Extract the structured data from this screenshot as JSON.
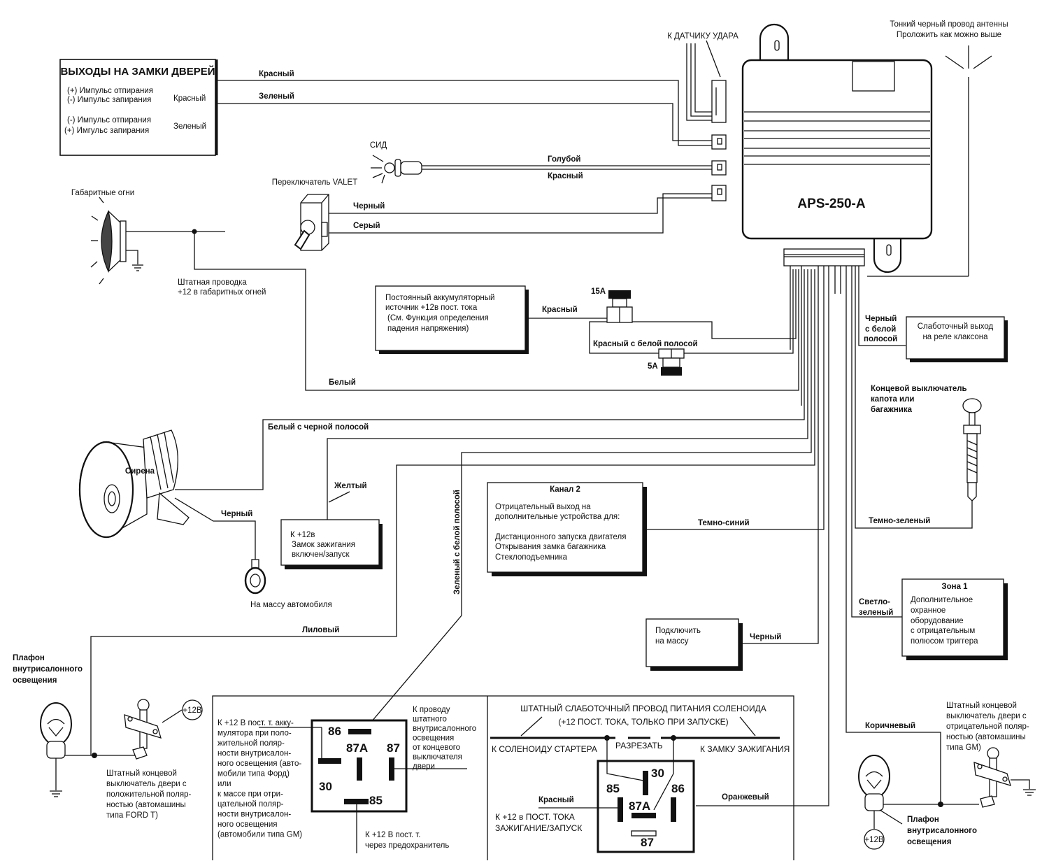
{
  "door_locks": {
    "title": "ВЫХОДЫ НА ЗАМКИ ДВЕРЕЙ",
    "row1_line1": "(+) Импульс отпирания",
    "row1_line2": "(-) Импульс  запирания",
    "row1_color": "Красный",
    "row2_line1": "(-)  Импульс отпирания",
    "row2_line2": "(+) Имгульс  запирания",
    "row2_color": "Зеленый",
    "wire1": "Красный",
    "wire2": "Зеленый"
  },
  "shock_sensor": {
    "label": "К ДАТЧИКУ УДАРА"
  },
  "antenna": {
    "line1": "Тонкий черный провод антенны",
    "line2": "Проложить как можно выше"
  },
  "main_unit": {
    "model": "APS-250-A"
  },
  "led": {
    "label": "СИД",
    "wire1": "Голубой",
    "wire2": "Красный"
  },
  "valet": {
    "label": "Переключатель VALET",
    "wire1": "Черный",
    "wire2": "Серый"
  },
  "parking_lights": {
    "label": "Габаритные огни",
    "wiring_line1": "Штатная проводка",
    "wiring_line2": "+12 в габаритных огней",
    "wire": "Белый"
  },
  "battery": {
    "line1": "Постоянный аккумуляторный",
    "line2": "источник +12в пост. тока",
    "line3": "(См. Функция определения",
    "line4": "падения напряжения)",
    "wire": "Красный",
    "fuse1": "15А",
    "fuse2": "5А",
    "wire2": "Красный с белой полосой"
  },
  "horn": {
    "wire_line1": "Черный",
    "wire_line2": "с белой",
    "wire_line3": "полосой",
    "box_line1": "Слаботочный выход",
    "box_line2": "на реле клаксона"
  },
  "hood_switch": {
    "line1": "Концевой выключатель",
    "line2": "капота или",
    "line3": "багажника",
    "wire": "Темно-зеленый"
  },
  "siren": {
    "label": "Сирена",
    "wire": "Белый с черной полосой",
    "ground_wire": "Черный",
    "ground_label": "На массу автомобиля"
  },
  "ignition": {
    "wire": "Желтый",
    "line1": "К +12в",
    "line2": "Замок зажигания",
    "line3": "включен/запуск"
  },
  "channel2": {
    "title": "Канал 2",
    "line1": "Отрицательный выход на",
    "line2": "дополнительные устройства для:",
    "line3": "Дистанционного запуска двигателя",
    "line4": "Открывания замка багажника",
    "line5": "Стеклоподъемника",
    "wire": "Темно-синий"
  },
  "green_white_wire": "Зеленый с белой полосой",
  "zone1": {
    "title": "Зона 1",
    "line1": "Дополнительное",
    "line2": "охранное",
    "line3": "оборудование",
    "line4": "с отрицательным",
    "line5": "полюсом триггера",
    "wire_line1": "Светло-",
    "wire_line2": "зеленый"
  },
  "ground": {
    "line1": "Подключить",
    "line2": "на массу",
    "wire": "Черный"
  },
  "dome_left": {
    "title_line1": "Плафон",
    "title_line2": "внутрисалонного",
    "title_line3": "освещения",
    "wire": "Лиловый",
    "v12": "+12В",
    "note_line1": "Штатный концевой",
    "note_line2": "выключатель двери с",
    "note_line3": "положительной поляр-",
    "note_line4": "ностью (автомашины",
    "note_line5": "типа FORD T)"
  },
  "relay1": {
    "left_lines": [
      "К +12 В пост. т. акку-",
      "мулятора при поло-",
      "жительной поляр-",
      "ности внутрисалон-",
      "ного освещения (авто-",
      "мобили типа Форд)",
      "или",
      "к массе при отри-",
      "цательной поляр-",
      "ности внутрисалон-",
      "ного освещения",
      "(автомобили типа GM)"
    ],
    "right_lines": [
      "К проводу",
      "штатного",
      "внутрисалонного",
      "освещения",
      "от концевого",
      "выключателя",
      "двери"
    ],
    "bottom_line1": "К +12 В пост. т.",
    "bottom_line2": "через предохранитель",
    "pins": {
      "p86": "86",
      "p87a": "87А",
      "p87": "87",
      "p30": "30",
      "p85": "85"
    }
  },
  "relay2": {
    "title_line1": "ШТАТНЫЙ СЛАБОТОЧНЫЙ ПРОВОД ПИТАНИЯ СОЛЕНОИДА",
    "title_line2": "(+12 ПОСТ. ТОКА, ТОЛЬКО ПРИ ЗАПУСКЕ)",
    "left_label": "К СОЛЕНОИДУ СТАРТЕРА",
    "cut_label": "РАЗРЕЗАТЬ",
    "right_label": "К ЗАМКУ ЗАЖИГАНИЯ",
    "red_wire": "Красный",
    "red_line1": "К +12 в ПОСТ. ТОКА",
    "red_line2": "ЗАЖИГАНИЕ/ЗАПУСК",
    "orange_wire": "Оранжевый",
    "pins": {
      "p30": "30",
      "p85": "85",
      "p86": "86",
      "p87a": "87А",
      "p87": "87"
    }
  },
  "dome_right": {
    "wire": "Коричневый",
    "note_line1": "Штатный концевой",
    "note_line2": "выключатель двери с",
    "note_line3": "отрицательной поляр-",
    "note_line4": "ностью (автомашины",
    "note_line5": "типа GM)",
    "title_line1": "Плафон",
    "title_line2": "внутрисалонного",
    "title_line3": "освещения",
    "v12": "+12В"
  }
}
